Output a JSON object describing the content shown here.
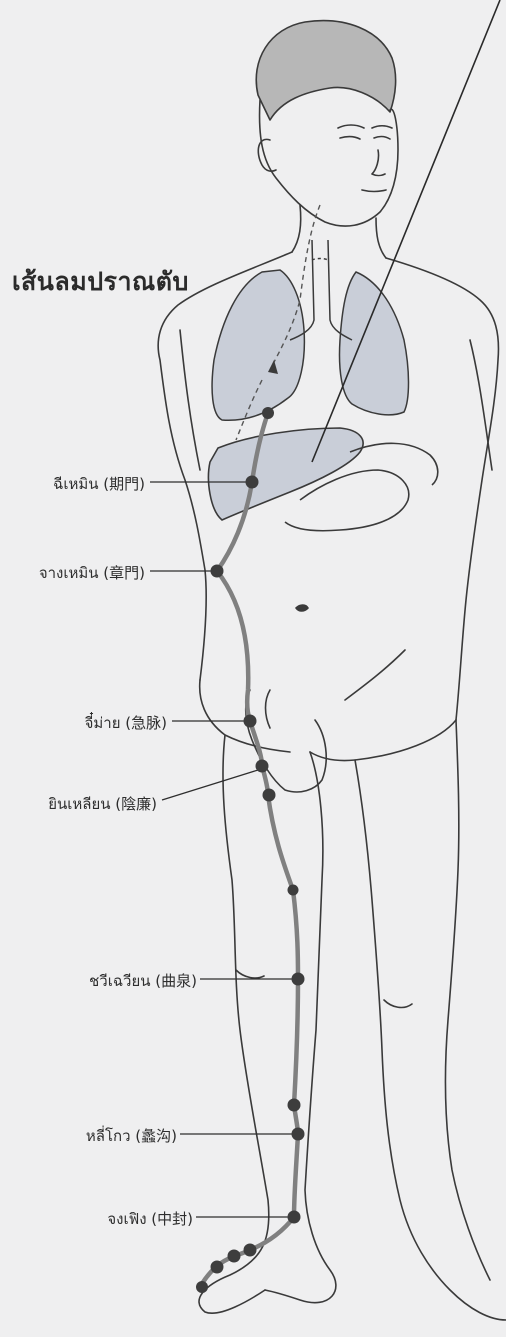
{
  "title": "เส้นลมปราณตับ",
  "colors": {
    "background": "#efeff0",
    "outline": "#3a3a3a",
    "organ_fill": "#c9ced8",
    "meridian": "#808080",
    "point": "#3d3d3d"
  },
  "points": [
    {
      "id": "qimen",
      "thai": "ฉีเหมิน",
      "chinese": "期門",
      "label": "ฉีเหมิน (期門)"
    },
    {
      "id": "zhangmen",
      "thai": "จางเหมิน",
      "chinese": "章門",
      "label": "จางเหมิน (章門)"
    },
    {
      "id": "jimai",
      "thai": "จี๋ม่าย",
      "chinese": "急脉",
      "label": "จี๋ม่าย (急脉)"
    },
    {
      "id": "yinlian",
      "thai": "ยินเหลียน",
      "chinese": "陰廉",
      "label": "ยินเหลียน (陰廉)"
    },
    {
      "id": "ququan",
      "thai": "ชวีเฉวียน",
      "chinese": "曲泉",
      "label": "ชวีเฉวียน (曲泉)"
    },
    {
      "id": "ligou",
      "thai": "หลี่โกว",
      "chinese": "蠡沟",
      "label": "หลี่โกว (蠡沟)"
    },
    {
      "id": "zhongfeng",
      "thai": "จงเฟิง",
      "chinese": "中封",
      "label": "จงเฟิง (中封)"
    }
  ]
}
